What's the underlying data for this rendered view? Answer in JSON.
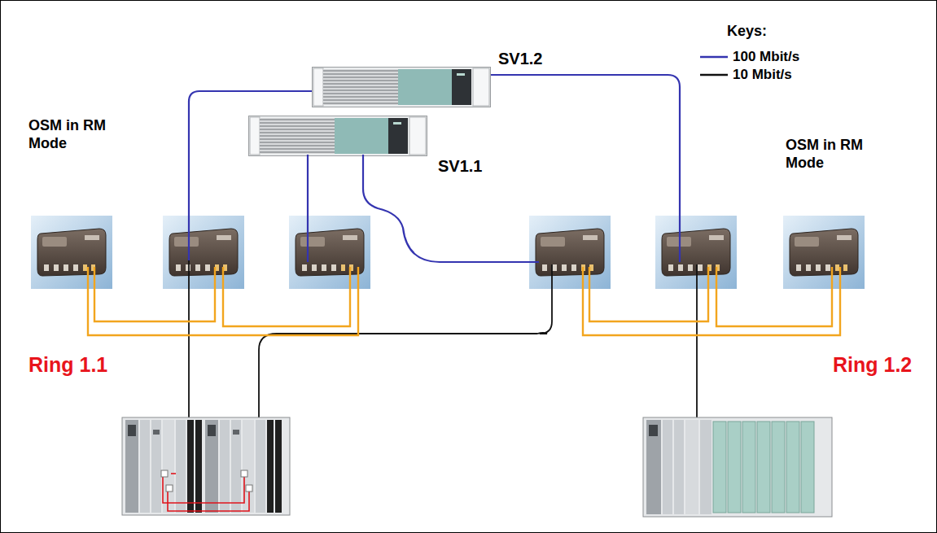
{
  "diagram": {
    "nodes": [
      {
        "text": [
          "SV1.2"
        ]
      },
      {
        "text": [
          "SV1.1"
        ]
      },
      {
        "text": [
          "OSM in RM Mode"
        ]
      },
      {
        "text": [
          "OSM in RM Mode"
        ]
      }
    ],
    "labels": [
      "Keys:",
      "Ring 1.1",
      "Ring 1.2"
    ],
    "legend": [
      {
        "text": "100 Mbit/s"
      },
      {
        "text": "10 Mbit/s"
      }
    ]
  }
}
